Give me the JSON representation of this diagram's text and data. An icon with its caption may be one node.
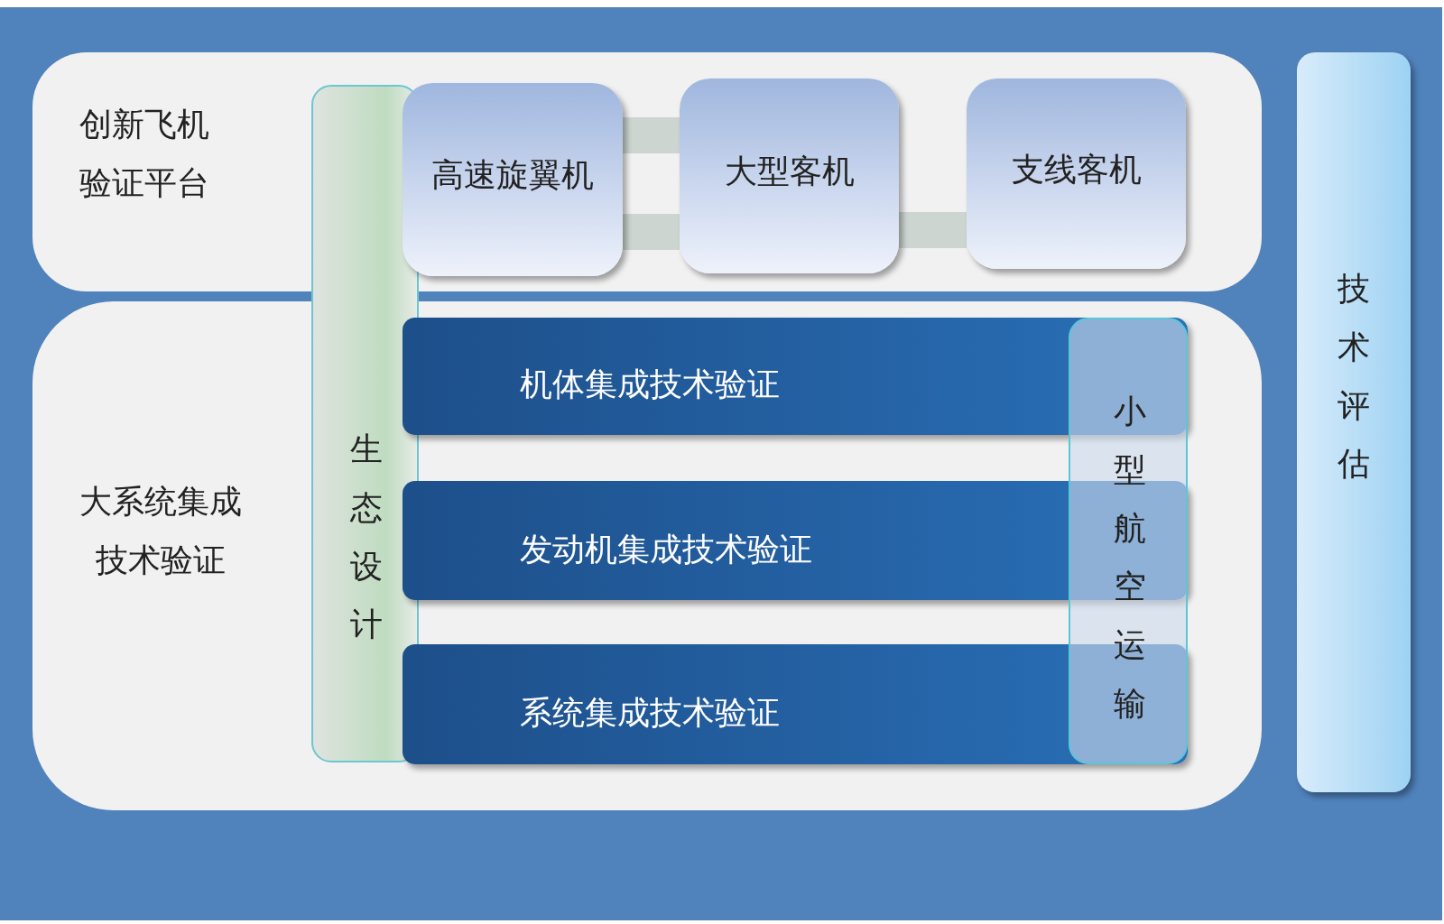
{
  "diagram": {
    "nodes": [
      {
        "text": [
          "创新飞机验证平台"
        ]
      },
      {
        "text": [
          "高速旋翼机"
        ],
        "in": 0
      },
      {
        "text": [
          "大型客机"
        ],
        "in": 0
      },
      {
        "text": [
          "支线客机"
        ],
        "in": 0
      },
      {
        "text": [
          "大系统集成技术验证"
        ]
      },
      {
        "text": [
          "机体集成技术验证"
        ],
        "in": 4
      },
      {
        "text": [
          "发动机集成技术验证"
        ],
        "in": 4
      },
      {
        "text": [
          "系统集成技术验证"
        ],
        "in": 4
      },
      {
        "text": [
          "生态设计"
        ]
      },
      {
        "text": [
          "小型航空运输"
        ],
        "in": 4
      },
      {
        "text": [
          "技术评估"
        ]
      }
    ],
    "edges": [
      {
        "from": 1,
        "to": 2,
        "arrow": "none"
      },
      {
        "from": 1,
        "to": 2,
        "arrow": "none"
      },
      {
        "from": 2,
        "to": 3,
        "arrow": "none"
      }
    ]
  }
}
